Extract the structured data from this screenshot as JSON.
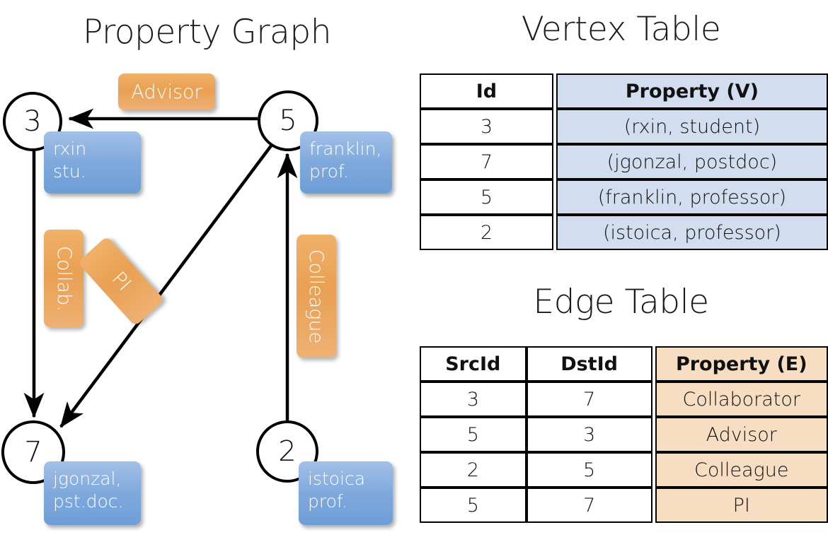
{
  "titles": {
    "graph": "Property Graph",
    "vertex_table": "Vertex Table",
    "edge_table": "Edge Table"
  },
  "graph": {
    "nodes": [
      {
        "id": "3",
        "property_line1": "rxin",
        "property_line2": "stu."
      },
      {
        "id": "5",
        "property_line1": "franklin,",
        "property_line2": "prof."
      },
      {
        "id": "7",
        "property_line1": "jgonzal,",
        "property_line2": "pst.doc."
      },
      {
        "id": "2",
        "property_line1": "istoica",
        "property_line2": "prof."
      }
    ],
    "edge_labels": [
      {
        "name": "advisor",
        "text": "Advisor"
      },
      {
        "name": "collab",
        "text": "Collab."
      },
      {
        "name": "pi",
        "text": "PI"
      },
      {
        "name": "colleague",
        "text": "Colleague"
      }
    ]
  },
  "vertex_table": {
    "headers": [
      "Id",
      "Property (V)"
    ],
    "rows": [
      {
        "id": "3",
        "property": "(rxin, student)"
      },
      {
        "id": "7",
        "property": "(jgonzal, postdoc)"
      },
      {
        "id": "5",
        "property": "(franklin, professor)"
      },
      {
        "id": "2",
        "property": "(istoica, professor)"
      }
    ]
  },
  "edge_table": {
    "headers": [
      "SrcId",
      "DstId",
      "Property (E)"
    ],
    "rows": [
      {
        "src": "3",
        "dst": "7",
        "property": "Collaborator"
      },
      {
        "src": "5",
        "dst": "3",
        "property": "Advisor"
      },
      {
        "src": "2",
        "dst": "5",
        "property": "Colleague"
      },
      {
        "src": "5",
        "dst": "7",
        "property": "PI"
      }
    ]
  },
  "colors": {
    "vertex_property_fill": "#d2ddef",
    "edge_property_fill": "#f7dec2",
    "vertex_box": "#7fa9dd",
    "edge_box": "#e9a053",
    "stroke": "#000000"
  }
}
